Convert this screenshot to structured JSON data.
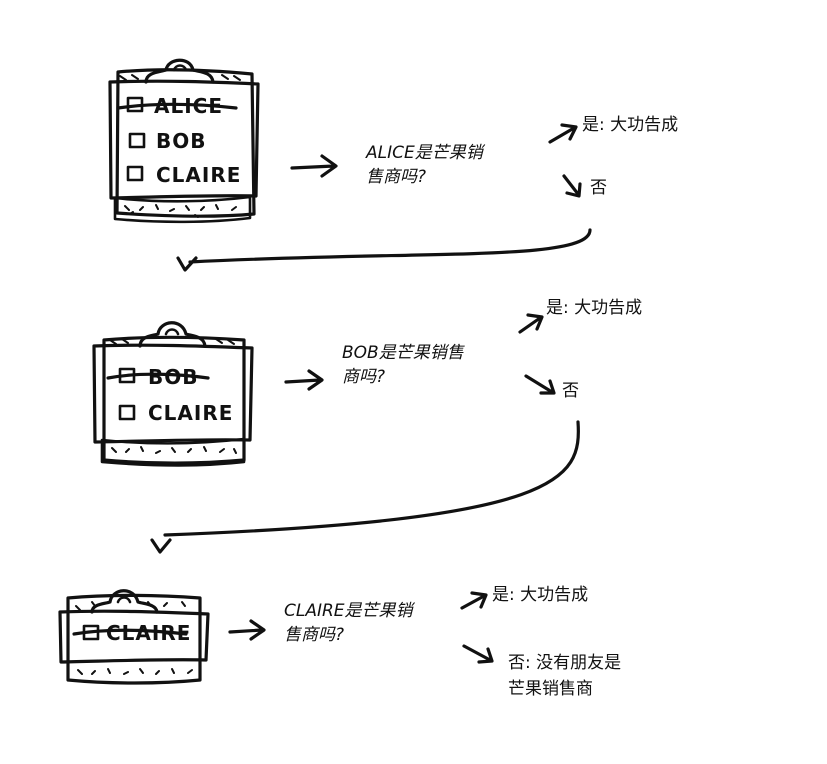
{
  "steps": [
    {
      "list": [
        "ALICE",
        "BOB",
        "CLAIRE"
      ],
      "question_line1": "ALICE是芒果销",
      "question_line2": "售商吗?",
      "yes": "是: 大功告成",
      "no": "否"
    },
    {
      "list": [
        "BOB",
        "CLAIRE"
      ],
      "question_line1": "BOB是芒果销售",
      "question_line2": "商吗?",
      "yes": "是: 大功告成",
      "no": "否"
    },
    {
      "list": [
        "CLAIRE"
      ],
      "question_line1": "CLAIRE是芒果销",
      "question_line2": "售商吗?",
      "yes": "是: 大功告成",
      "no_line1": "否: 没有朋友是",
      "no_line2": "芒果销售商"
    }
  ]
}
